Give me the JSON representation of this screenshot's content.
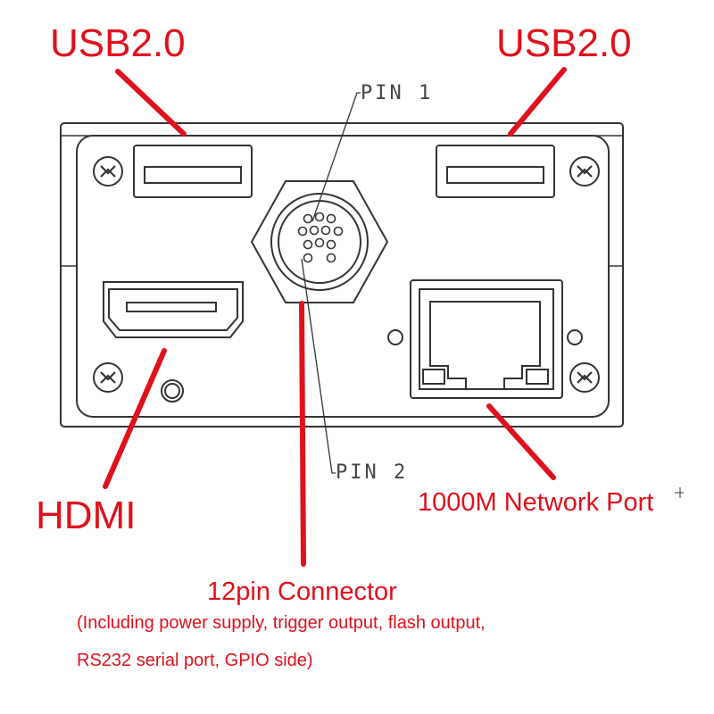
{
  "labels": {
    "usb_left": "USB2.0",
    "usb_right": "USB2.0",
    "hdmi": "HDMI",
    "network": "1000M Network Port",
    "connector_title": "12pin Connector",
    "connector_desc_line1": "(Including power supply, trigger output, flash output,",
    "connector_desc_line2": "RS232 serial port, GPIO side)",
    "pin1": "PIN 1",
    "pin2": "PIN 2"
  },
  "colors": {
    "callout": "#e0101c",
    "drawing_line": "#333333",
    "pin_text": "#444444"
  }
}
